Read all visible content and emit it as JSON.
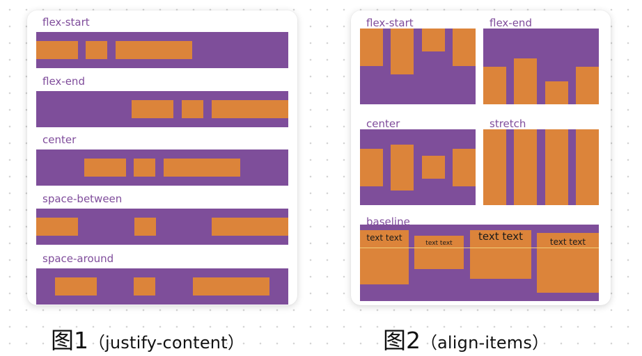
{
  "figure1": {
    "rows": [
      {
        "label": "flex-start"
      },
      {
        "label": "flex-end"
      },
      {
        "label": "center"
      },
      {
        "label": "space-between"
      },
      {
        "label": "space-around"
      }
    ],
    "caption": {
      "prefix": "图1",
      "text": "justify-content"
    }
  },
  "figure2": {
    "cells": [
      {
        "label": "flex-start"
      },
      {
        "label": "flex-end"
      },
      {
        "label": "center"
      },
      {
        "label": "stretch"
      }
    ],
    "baseline": {
      "label": "baseline",
      "items": [
        "text text",
        "text text",
        "text text",
        "text text"
      ]
    },
    "caption": {
      "prefix": "图2",
      "text": "align-items"
    }
  },
  "colors": {
    "container": "#7e4e9a",
    "item": "#dc843a",
    "label": "#7f4c9b",
    "baseline_guide": "#f2d07a"
  }
}
